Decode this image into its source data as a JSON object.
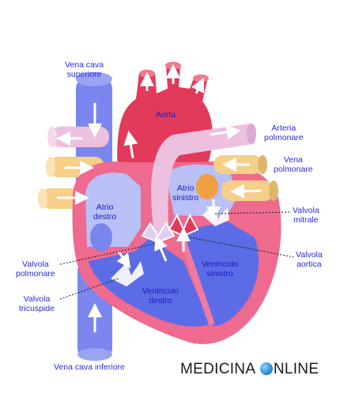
{
  "labels": {
    "vena_cava_superiore": [
      "Vena cava",
      "superiore"
    ],
    "aorta": [
      "Aorta"
    ],
    "arteria_polmonare": [
      "Arteria",
      "polmonare"
    ],
    "vena_polmonare": [
      "Vena",
      "polmonare"
    ],
    "atrio_destro": [
      "Atrio",
      "destro"
    ],
    "atrio_sinistro": [
      "Atrio",
      "sinistro"
    ],
    "valvola_mitrale": [
      "Valvola",
      "mitrale"
    ],
    "valvola_aortica": [
      "Valvola",
      "aortica"
    ],
    "valvola_polmonare": [
      "Valvola",
      "polmonare"
    ],
    "valvola_tricuspide": [
      "Valvola",
      "tricuspide"
    ],
    "ventricolo_sinistro": [
      "Ventricolo",
      "sinistro"
    ],
    "ventricolo_destro": [
      "Ventricolo",
      "destro"
    ],
    "vena_cava_inferiore": [
      "Vena cava inferiore"
    ]
  },
  "brand": {
    "left": "MEDICINA ",
    "right": "NLINE"
  },
  "colors": {
    "blue_vessel": "#7a86ee",
    "red_vessel": "#e23a5a",
    "pink_heart": "#ee6a8e",
    "pink_wall": "#f07aa0",
    "arteria": "#eec0e0",
    "vena_polmonare": "#f6cf8a",
    "chamber_blue": "#5c6ce6",
    "chamber_light": "#b8c0f6",
    "label": "#2a2ae0"
  }
}
